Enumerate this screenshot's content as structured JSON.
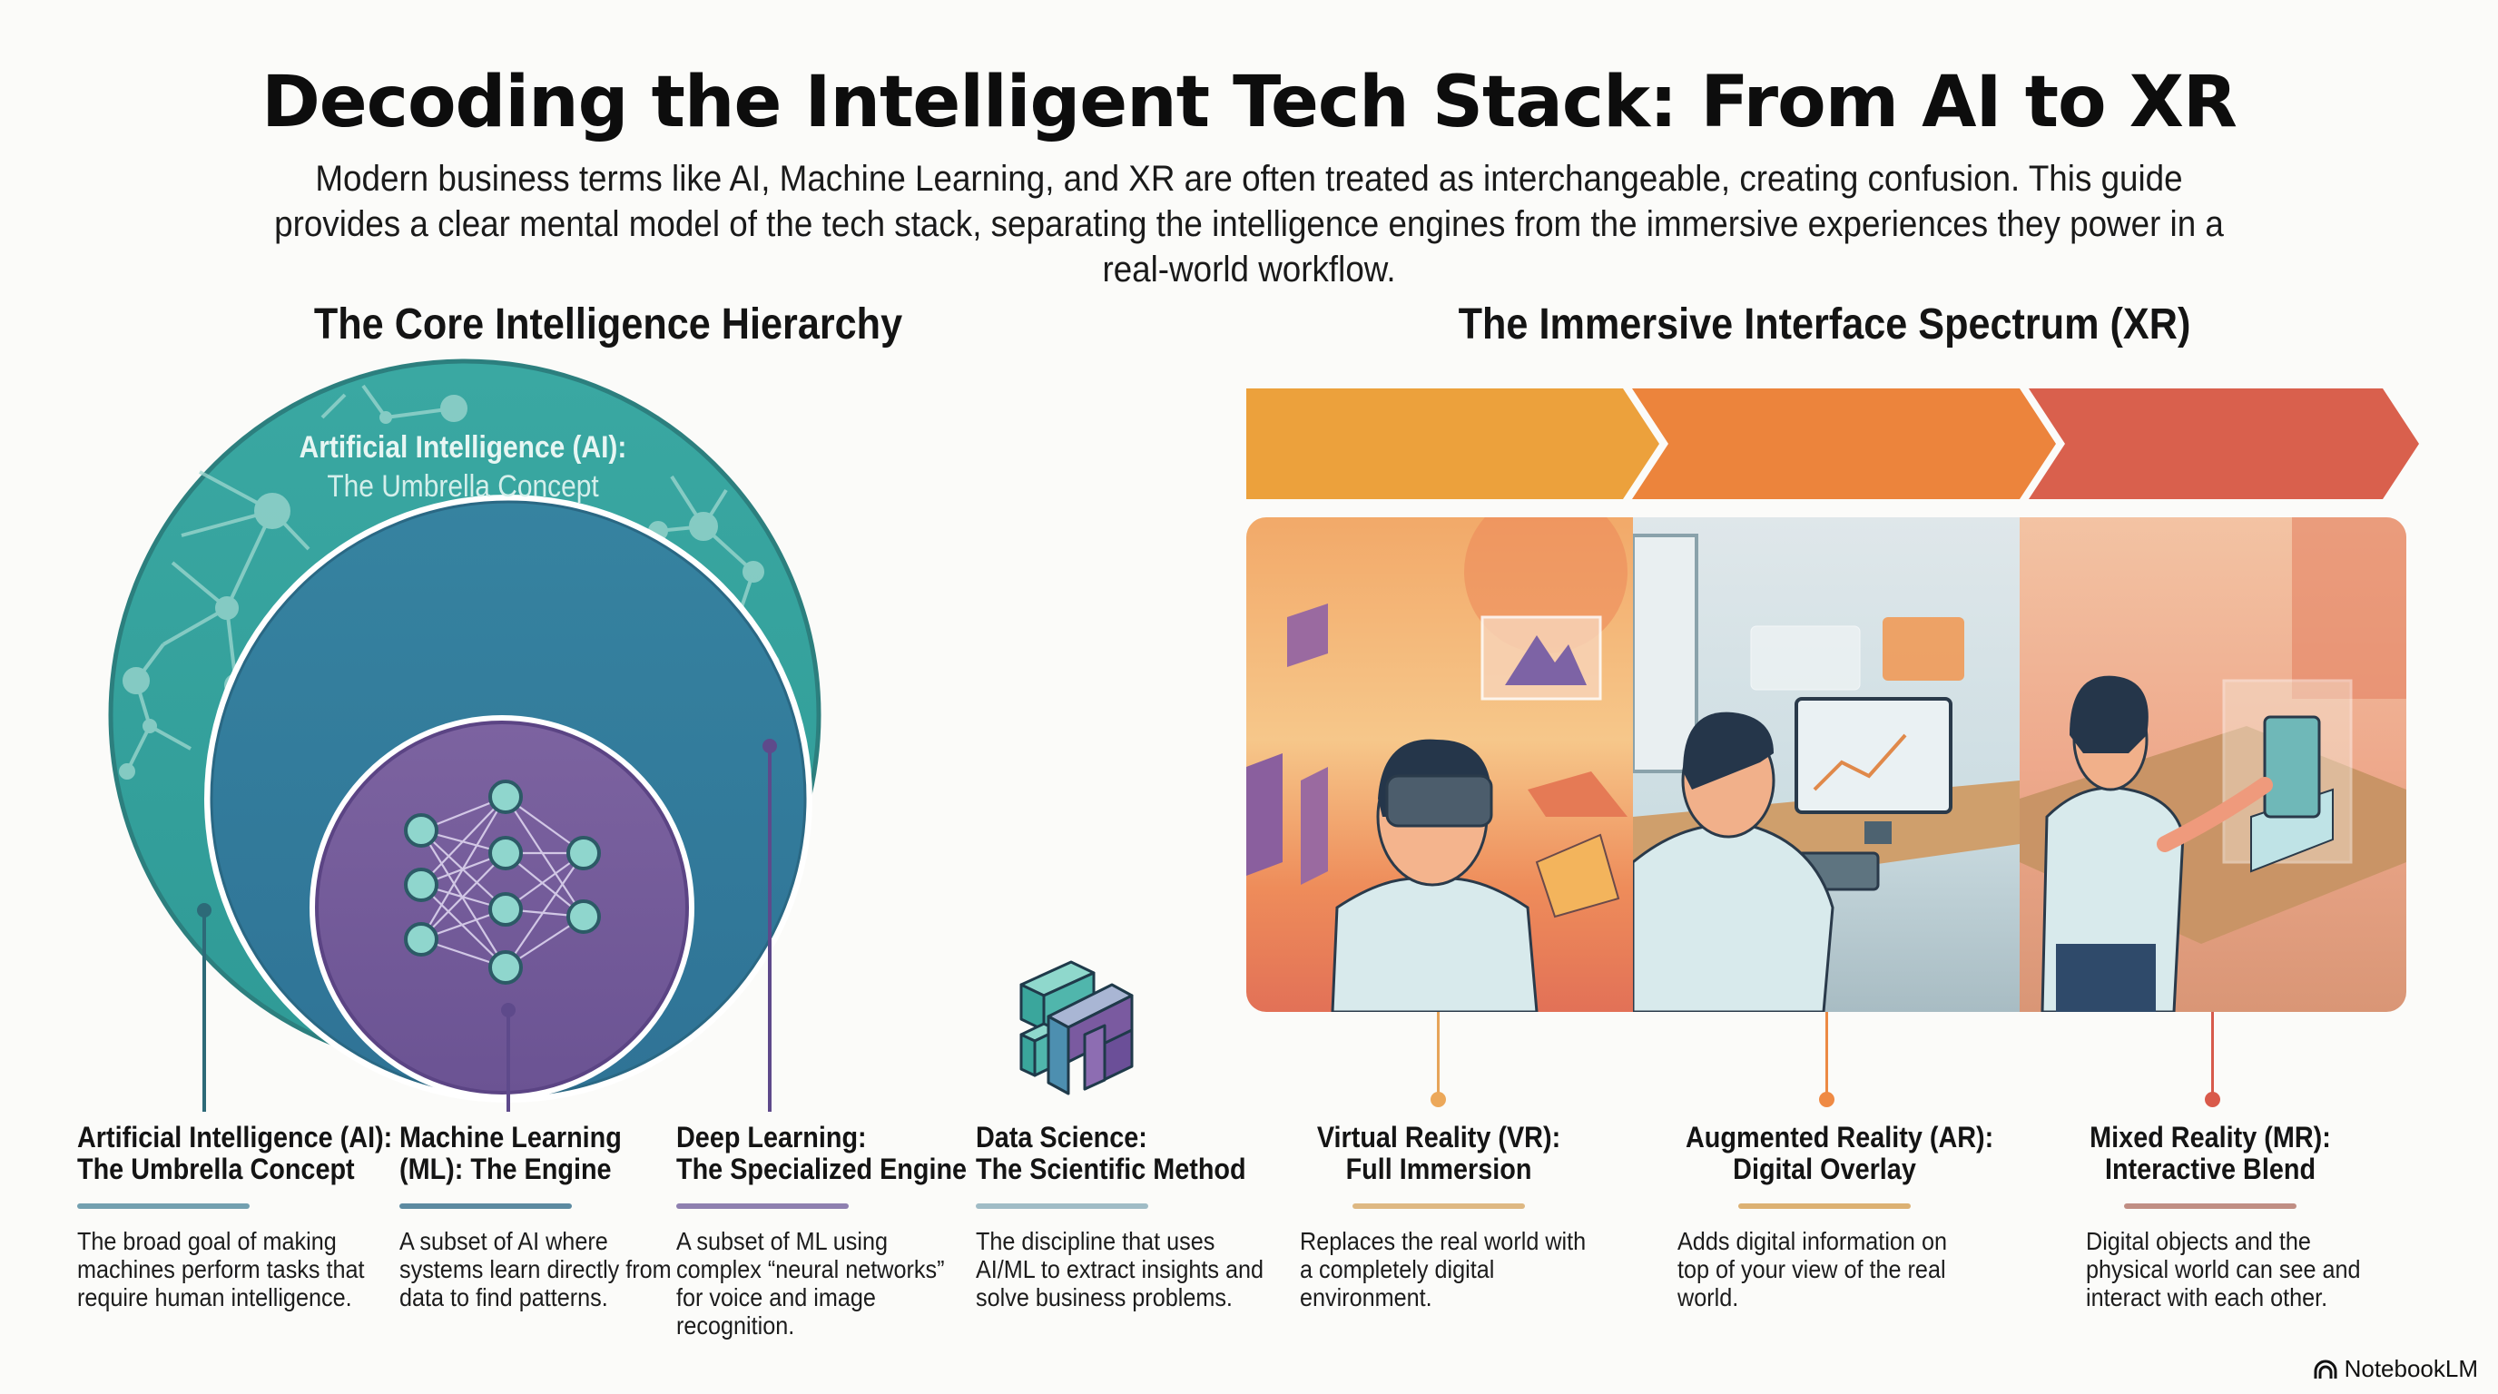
{
  "header": {
    "title": "Decoding the Intelligent Tech Stack: From AI to XR",
    "subtitle": "Modern business terms like AI, Machine Learning, and XR are often treated as interchangeable, creating confusion. This guide provides a clear mental model of the tech stack, separating the intelligence engines from the immersive experiences they power in a real-world workflow."
  },
  "sections": {
    "left_heading": "The Core Intelligence Hierarchy",
    "right_heading": "The Immersive Interface Spectrum (XR)"
  },
  "hierarchy": {
    "outer_label_title": "Artificial Intelligence (AI):",
    "outer_label_sub": "The Umbrella Concept",
    "colors": {
      "ai": "#3aa6a0",
      "ml": "#2f7f9c",
      "dl": "#7a5c9c",
      "node": "#8fd3cc"
    }
  },
  "spectrum": {
    "chevron_colors": [
      "#eda23a",
      "#ec813c",
      "#d95d4a"
    ],
    "scenes": [
      {
        "name": "vr-scene",
        "alt": "Person wearing VR headset in a fully digital environment"
      },
      {
        "name": "ar-scene",
        "alt": "Person at desk with digital overlays around monitor"
      },
      {
        "name": "mr-scene",
        "alt": "Person interacting with a holographic object on a table"
      }
    ]
  },
  "terms": [
    {
      "title_l1": "Artificial Intelligence (AI):",
      "title_l2": "The Umbrella Concept",
      "desc": "The broad goal of making machines perform tasks that require human intelligence.",
      "color": "#2d6f85"
    },
    {
      "title_l1": "Machine Learning",
      "title_l2": "(ML): The Engine",
      "desc": "A subset of AI where systems learn directly from data to find patterns.",
      "color": "#2c6a8c"
    },
    {
      "title_l1": "Deep Learning:",
      "title_l2": "The Specialized Engine",
      "desc": "A subset of ML using complex “neural networks” for voice and image recognition.",
      "color": "#6b5a95"
    },
    {
      "title_l1": "Data Science:",
      "title_l2": "The Scientific Method",
      "desc": "The discipline that uses AI/ML to extract insights and solve business problems.",
      "color": "#6a95a8"
    },
    {
      "title_l1": "Virtual Reality (VR):",
      "title_l2": "Full Immersion",
      "desc": "Replaces the real world with a completely digital environment.",
      "color": "#d0a060"
    },
    {
      "title_l1": "Augmented Reality (AR):",
      "title_l2": "Digital Overlay",
      "desc": "Adds digital information on top of your view of the real world.",
      "color": "#d39a4c"
    },
    {
      "title_l1": "Mixed Reality (MR):",
      "title_l2": "Interactive Blend",
      "desc": "Digital objects and the physical world can see and interact with each other.",
      "color": "#a56b62"
    }
  ],
  "footer": {
    "brand": "NotebookLM"
  }
}
